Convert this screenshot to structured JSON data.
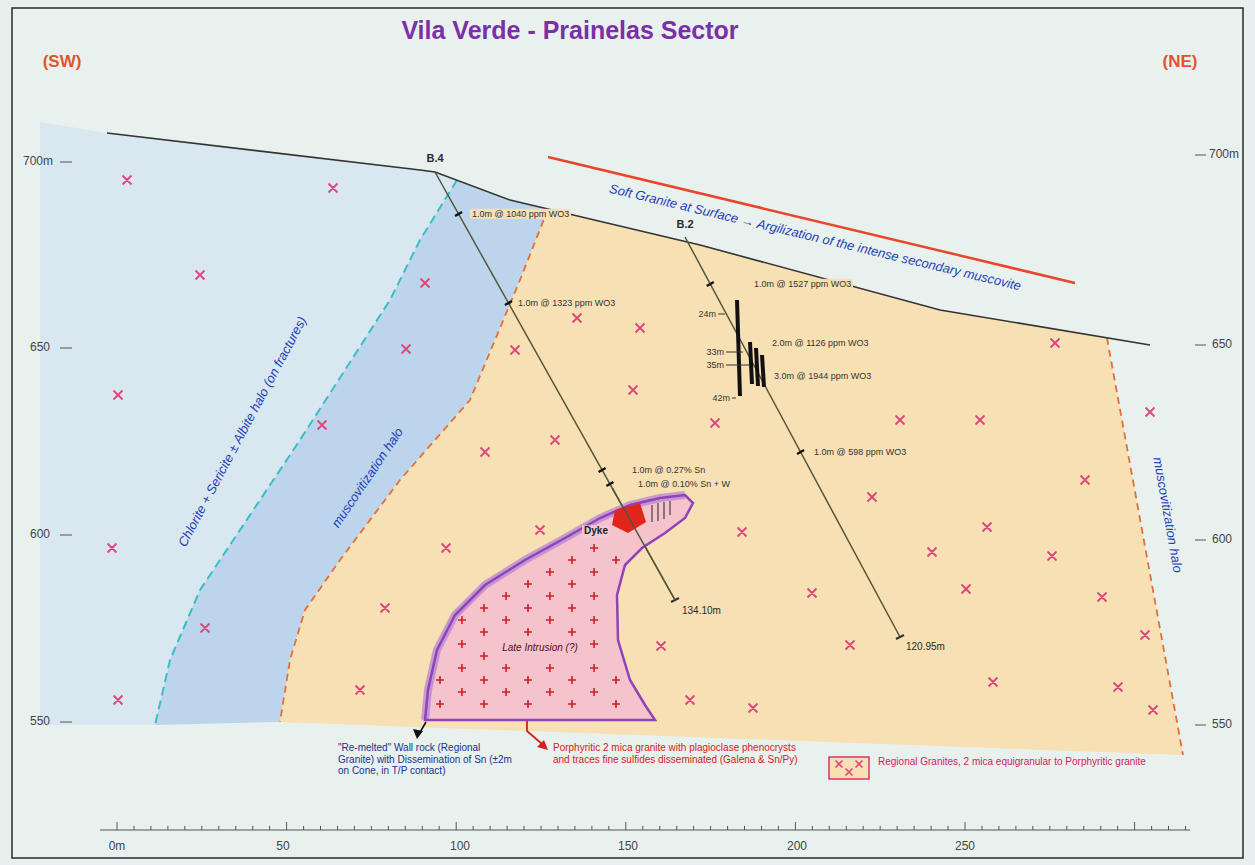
{
  "diagram": {
    "title": "Vila Verde - Prainelas Sector",
    "nodes": [
      {
        "text": [
          "Late Intrusion (?)"
        ]
      }
    ],
    "labels": [
      "(SW)",
      "(NE)",
      "700m",
      "650",
      "600",
      "550",
      "700m",
      "650",
      "600",
      "550",
      "0m",
      "50",
      "100",
      "150",
      "200",
      "250",
      "B.4",
      "B.2",
      "Soft Granite at Surface → Argilization of the intense secondary muscovite",
      "Chlorite + Sericite ± Albite halo (on fractures)",
      "muscovitization halo",
      "muscovitization halo",
      "1.0m @ 1040 ppm WO3",
      "1.0m @ 1323 ppm WO3",
      "1.0m @ 0.27% Sn",
      "1.0m @ 0.10% Sn + W",
      "24m",
      "33m",
      "35m",
      "42m",
      "1.0m @ 1527 ppm WO3",
      "2.0m @ 1126 ppm WO3",
      "3.0m @ 1944 ppm WO3",
      "1.0m @ 598 ppm WO3",
      "134.10m",
      "120.95m",
      "Dyke",
      "\"Re-melted\" Wall rock (Regional Granite) with Dissemination of Sn (±2m on Cone, in T/P contact)",
      "Porphyritic 2 mica granite with plagioclase phenocrysts and traces fine sulfides disseminated (Galena & Sn/Py)"
    ],
    "legend": [
      {
        "text": "Regional Granites, 2 mica equigranular to Porphyritic granite"
      }
    ]
  }
}
